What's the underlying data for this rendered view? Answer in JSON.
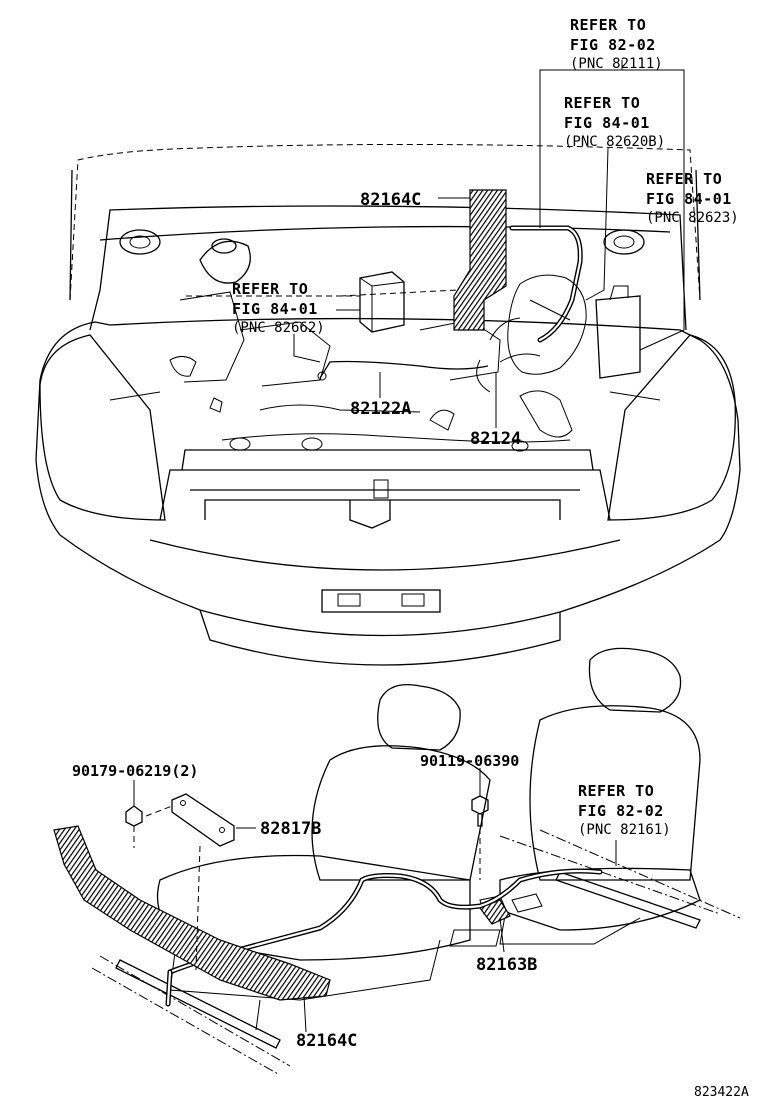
{
  "refs": {
    "fig_82_02_top": {
      "line1": "REFER TO",
      "line2": "FIG 82-02",
      "pnc": "(PNC 82111)"
    },
    "fig_84_01_b": {
      "line1": "REFER TO",
      "line2": "FIG 84-01",
      "pnc": "(PNC 82620B)"
    },
    "fig_84_01_right": {
      "line1": "REFER TO",
      "line2": "FIG 84-01",
      "pnc": "(PNC 82623)"
    },
    "fig_84_01_left": {
      "line1": "REFER TO",
      "line2": "FIG 84-01",
      "pnc": "(PNC 82662)"
    },
    "fig_82_02_bottom": {
      "line1": "REFER TO",
      "line2": "FIG 82-02",
      "pnc": "(PNC 82161)"
    }
  },
  "parts": {
    "p82164c_top": "82164C",
    "p82122a": "82122A",
    "p82124": "82124",
    "p90179": "90179-06219(2)",
    "p82817b": "82817B",
    "p90119": "90119-06390",
    "p82163b": "82163B",
    "p82164c_bottom": "82164C"
  },
  "illustration_id": "823422A"
}
